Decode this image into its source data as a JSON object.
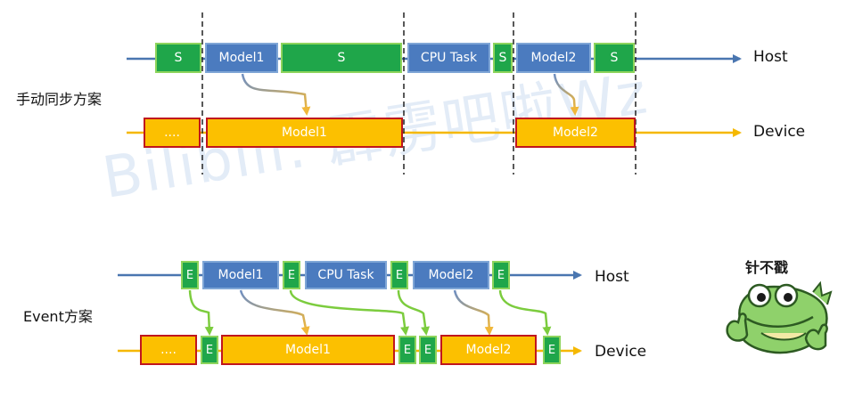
{
  "watermark": "Bilibili: 霹雳吧啦Wz",
  "manual": {
    "section_label": "手动同步方案",
    "host_label": "Host",
    "device_label": "Device",
    "host_boxes": [
      "S",
      "Model1",
      "S",
      "CPU Task",
      "S",
      "Model2",
      "S"
    ],
    "device_boxes": [
      "....",
      "Model1",
      "Model2"
    ]
  },
  "event": {
    "section_label": "Event方案",
    "host_label": "Host",
    "device_label": "Device",
    "host_boxes": [
      "E",
      "Model1",
      "E",
      "CPU Task",
      "E",
      "Model2",
      "E"
    ],
    "device_boxes": [
      "....",
      "E",
      "Model1",
      "E",
      "E",
      "Model2",
      "E"
    ]
  },
  "sticker": {
    "text": "针不戳",
    "icon": "crocodile-thumbs-up-icon"
  },
  "colors": {
    "host_line": "#4a76b0",
    "device_line": "#f5b800",
    "sync_box": "#1fa64a",
    "model_host_box": "#4b7bbf",
    "device_box": "#fcc000",
    "device_border": "#c0161d",
    "launch_arrow": "#f0b73a",
    "event_arrow": "#7ccc3e"
  }
}
